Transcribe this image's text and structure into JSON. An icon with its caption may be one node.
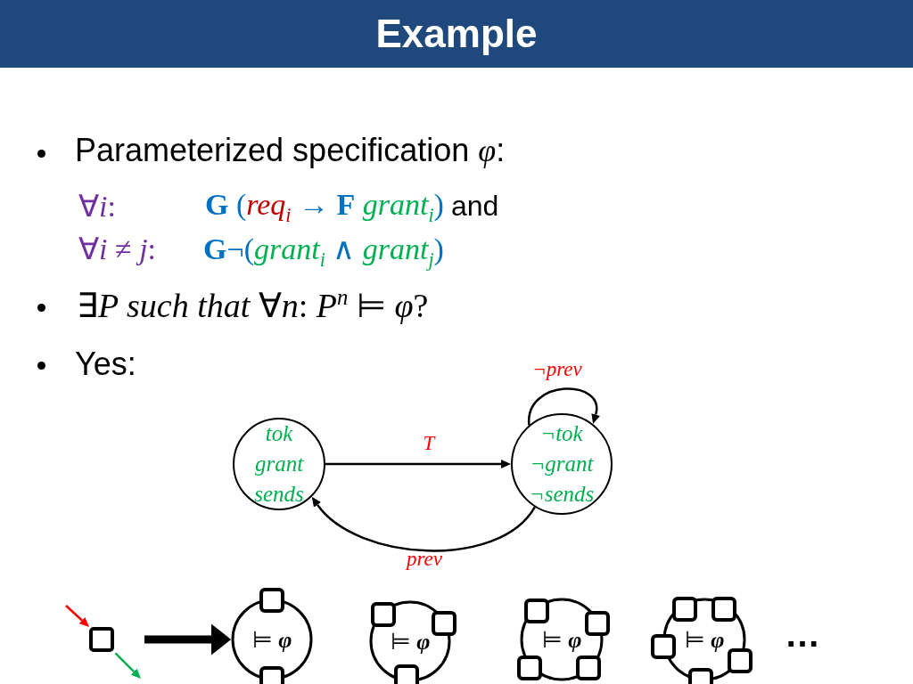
{
  "diagram": {
    "title": "Example",
    "nodes": [
      {
        "text": [
          "tok grant sends"
        ]
      },
      {
        "text": [
          "¬tok ¬grant ¬sends"
        ]
      },
      {
        "text": [],
        "shape": "box"
      },
      {
        "text": [
          "⊨ **φ**"
        ]
      },
      {
        "text": [
          "⊨ **φ**"
        ]
      },
      {
        "text": [
          "⊨ **φ**"
        ]
      },
      {
        "text": [
          "⊨ **φ**"
        ]
      }
    ],
    "edges": [
      {
        "from": 0,
        "to": 1,
        "arrow": "to",
        "label": "T"
      },
      {
        "from": 1,
        "to": 1,
        "arrow": "to",
        "label": "¬prev"
      },
      {
        "from": 1,
        "to": 0,
        "arrow": "to",
        "label": "prev"
      },
      {
        "from": null,
        "to": 2,
        "arrow": "to",
        "color": "#ff0000"
      },
      {
        "from": 2,
        "to": null,
        "arrow": "to",
        "color": "#00b050"
      },
      {
        "from": 2,
        "to": 3,
        "arrow": "to",
        "style": "thick"
      }
    ],
    "labels": [
      "Parameterized specification *φ*:",
      "∀*i*:",
      "**G** (*req*$_{i}$ → **F** *grant*$_{i}$)",
      "and",
      "∀*i* ≠ *j*:",
      "**G**¬(*grant*$_{i}$ ∧ *grant*$_{j}$)",
      "∃*P such that* ∀*n*: *P*$^{n}$ ⊨ *φ*?",
      "Yes:",
      "…"
    ]
  }
}
